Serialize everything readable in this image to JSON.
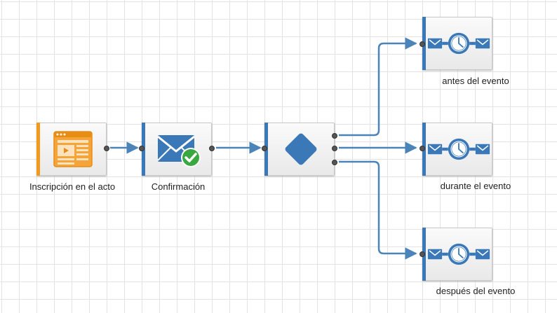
{
  "colors": {
    "accent_blue": "#3a78b8",
    "accent_orange": "#f29a1f",
    "connector": "#4a84b8",
    "check_green": "#3aa840"
  },
  "nodes": {
    "registration": {
      "label": "Inscripción en el acto",
      "icon": "web-form-icon"
    },
    "confirmation": {
      "label": "Confirmación",
      "icon": "envelope-check-icon"
    },
    "decision": {
      "label": "",
      "icon": "diamond-icon"
    },
    "before": {
      "label": "antes del evento",
      "icon": "email-timer-email-icon"
    },
    "during": {
      "label": "durante el evento",
      "icon": "email-timer-email-icon"
    },
    "after": {
      "label": "después del evento",
      "icon": "email-timer-email-icon"
    }
  }
}
